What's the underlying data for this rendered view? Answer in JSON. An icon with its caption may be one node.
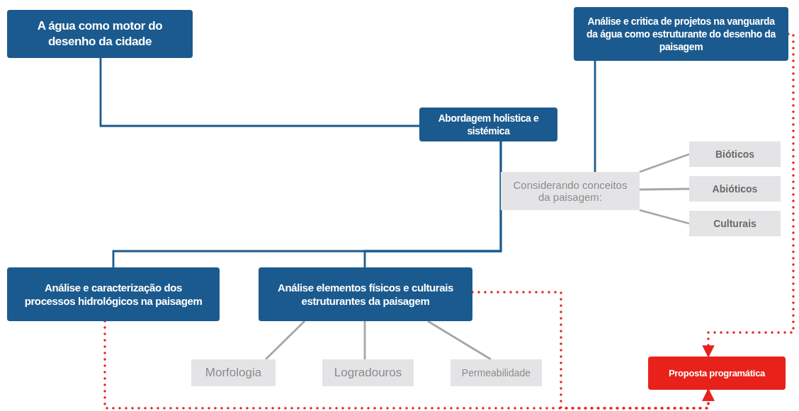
{
  "diagram": {
    "nodes": [
      {
        "text": [
          "A água como motor do desenho da cidade"
        ]
      },
      {
        "text": [
          "Análise e critica de projetos na vanguarda da água como estruturante do desenho da paisagem"
        ]
      },
      {
        "text": [
          "Abordagem holistica e sistémica"
        ]
      },
      {
        "text": [
          "Considerando conceitos da paisagem:"
        ]
      },
      {
        "text": [
          "Bióticos"
        ]
      },
      {
        "text": [
          "Abióticos"
        ]
      },
      {
        "text": [
          "Culturais"
        ]
      },
      {
        "text": [
          "Análise e caracterização dos processos hidrológicos na paisagem"
        ]
      },
      {
        "text": [
          "Análise elementos físicos e culturais estruturantes da paisagem"
        ]
      },
      {
        "text": [
          "Morfologia"
        ]
      },
      {
        "text": [
          "Logradouros"
        ]
      },
      {
        "text": [
          "Permeabilidade"
        ]
      },
      {
        "text": [
          "Proposta programática"
        ]
      }
    ],
    "edges": [
      {
        "from": 0,
        "to": 2,
        "arrow": "none",
        "color": "#1b5a8e"
      },
      {
        "from": 2,
        "to": 7,
        "arrow": "none",
        "color": "#1b5a8e"
      },
      {
        "from": 2,
        "to": 8,
        "arrow": "none",
        "color": "#1b5a8e"
      },
      {
        "from": 1,
        "to": 3,
        "arrow": "none",
        "color": "#1b5a8e"
      },
      {
        "from": 3,
        "to": 4,
        "arrow": "none"
      },
      {
        "from": 3,
        "to": 5,
        "arrow": "none"
      },
      {
        "from": 3,
        "to": 6,
        "arrow": "none"
      },
      {
        "from": 8,
        "to": 9,
        "arrow": "none"
      },
      {
        "from": 8,
        "to": 10,
        "arrow": "none"
      },
      {
        "from": 8,
        "to": 11,
        "arrow": "none"
      },
      {
        "from": 7,
        "to": 12,
        "arrow": "to",
        "style": "dashed",
        "color": "#e8221a"
      },
      {
        "from": 8,
        "to": 12,
        "arrow": "to",
        "style": "dashed",
        "color": "#e8221a"
      },
      {
        "from": 1,
        "to": 12,
        "arrow": "to",
        "style": "dashed",
        "color": "#e8221a"
      }
    ]
  }
}
